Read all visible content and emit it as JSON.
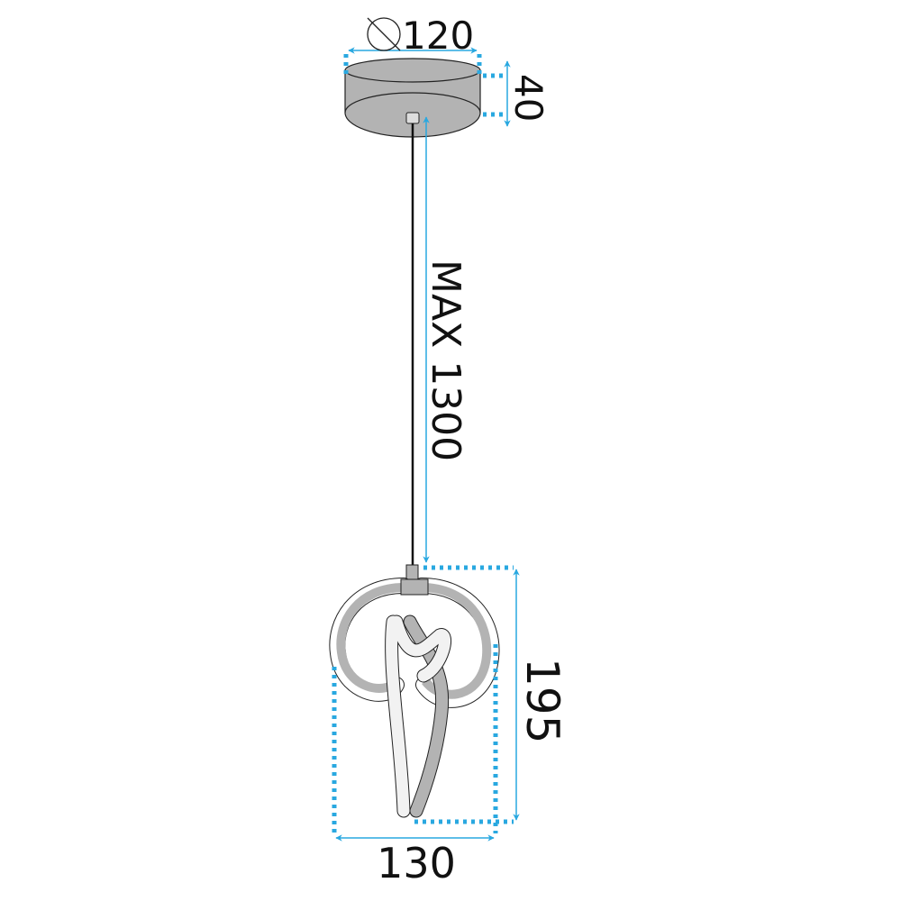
{
  "colors": {
    "dimension": "#29a8e0",
    "body": "#b3b3b3",
    "ribbon": "#f2f2f2",
    "outline": "#222222"
  },
  "icons": {
    "diameter": "diameter-symbol-icon"
  },
  "dimensions": {
    "canopy_diameter": "120",
    "canopy_height": "40",
    "cable_length": "MAX 1300",
    "lamp_height": "195",
    "lamp_width": "130"
  }
}
